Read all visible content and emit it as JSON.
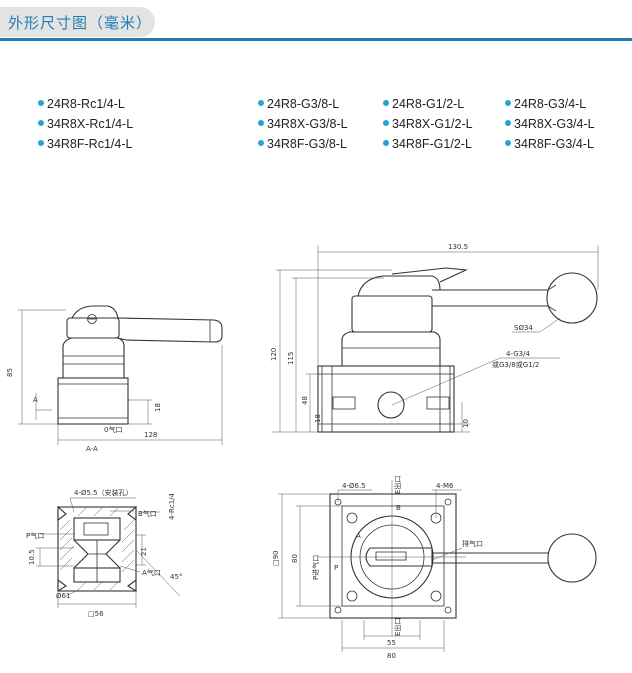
{
  "header": {
    "title": "外形尺寸图（毫米）"
  },
  "models": {
    "col1": [
      "24R8-Rc1/4-L",
      "34R8X-Rc1/4-L",
      "34R8F-Rc1/4-L"
    ],
    "col2": [
      "24R8-G3/8-L",
      "34R8X-G3/8-L",
      "34R8F-G3/8-L"
    ],
    "col3": [
      "24R8-G1/2-L",
      "34R8X-G1/2-L",
      "34R8F-G1/2-L"
    ],
    "col4": [
      "24R8-G3/4-L",
      "34R8X-G3/4-L",
      "34R8F-G3/4-L"
    ]
  },
  "colors": {
    "accent": "#1f7fb5",
    "bullet": "#2a9fd6"
  },
  "left_view": {
    "height": "85",
    "width": "128",
    "dim_18": "18",
    "a_mark": "A",
    "section": "A-A",
    "port": "0气口"
  },
  "right_view": {
    "width": "130.5",
    "h120": "120",
    "h115": "115",
    "h48": "48",
    "h18": "18",
    "h10": "10",
    "sphere": "SØ34",
    "ports_a": "4-G3/4",
    "ports_b": "或G3/8或G1/2"
  },
  "section_view": {
    "holes": "4-Ø5.5（安装孔）",
    "thread": "4-Rc1/4",
    "b_port": "B气口",
    "p_port": "P气口",
    "a_port": "A气口",
    "d10_5": "10.5",
    "d21": "21",
    "d61": "Ø61",
    "d56": "□56",
    "angle": "45°"
  },
  "top_view": {
    "holes": "4-Ø6.5",
    "screws": "4-M6",
    "e_port": "E出口",
    "exhaust": "排气口",
    "p_inlet": "P进气口",
    "sq90": "□90",
    "d80v": "80",
    "d55": "55",
    "d80h": "80",
    "e_bottom": "E出口",
    "lb": "B",
    "la": "A",
    "lp": "P"
  }
}
